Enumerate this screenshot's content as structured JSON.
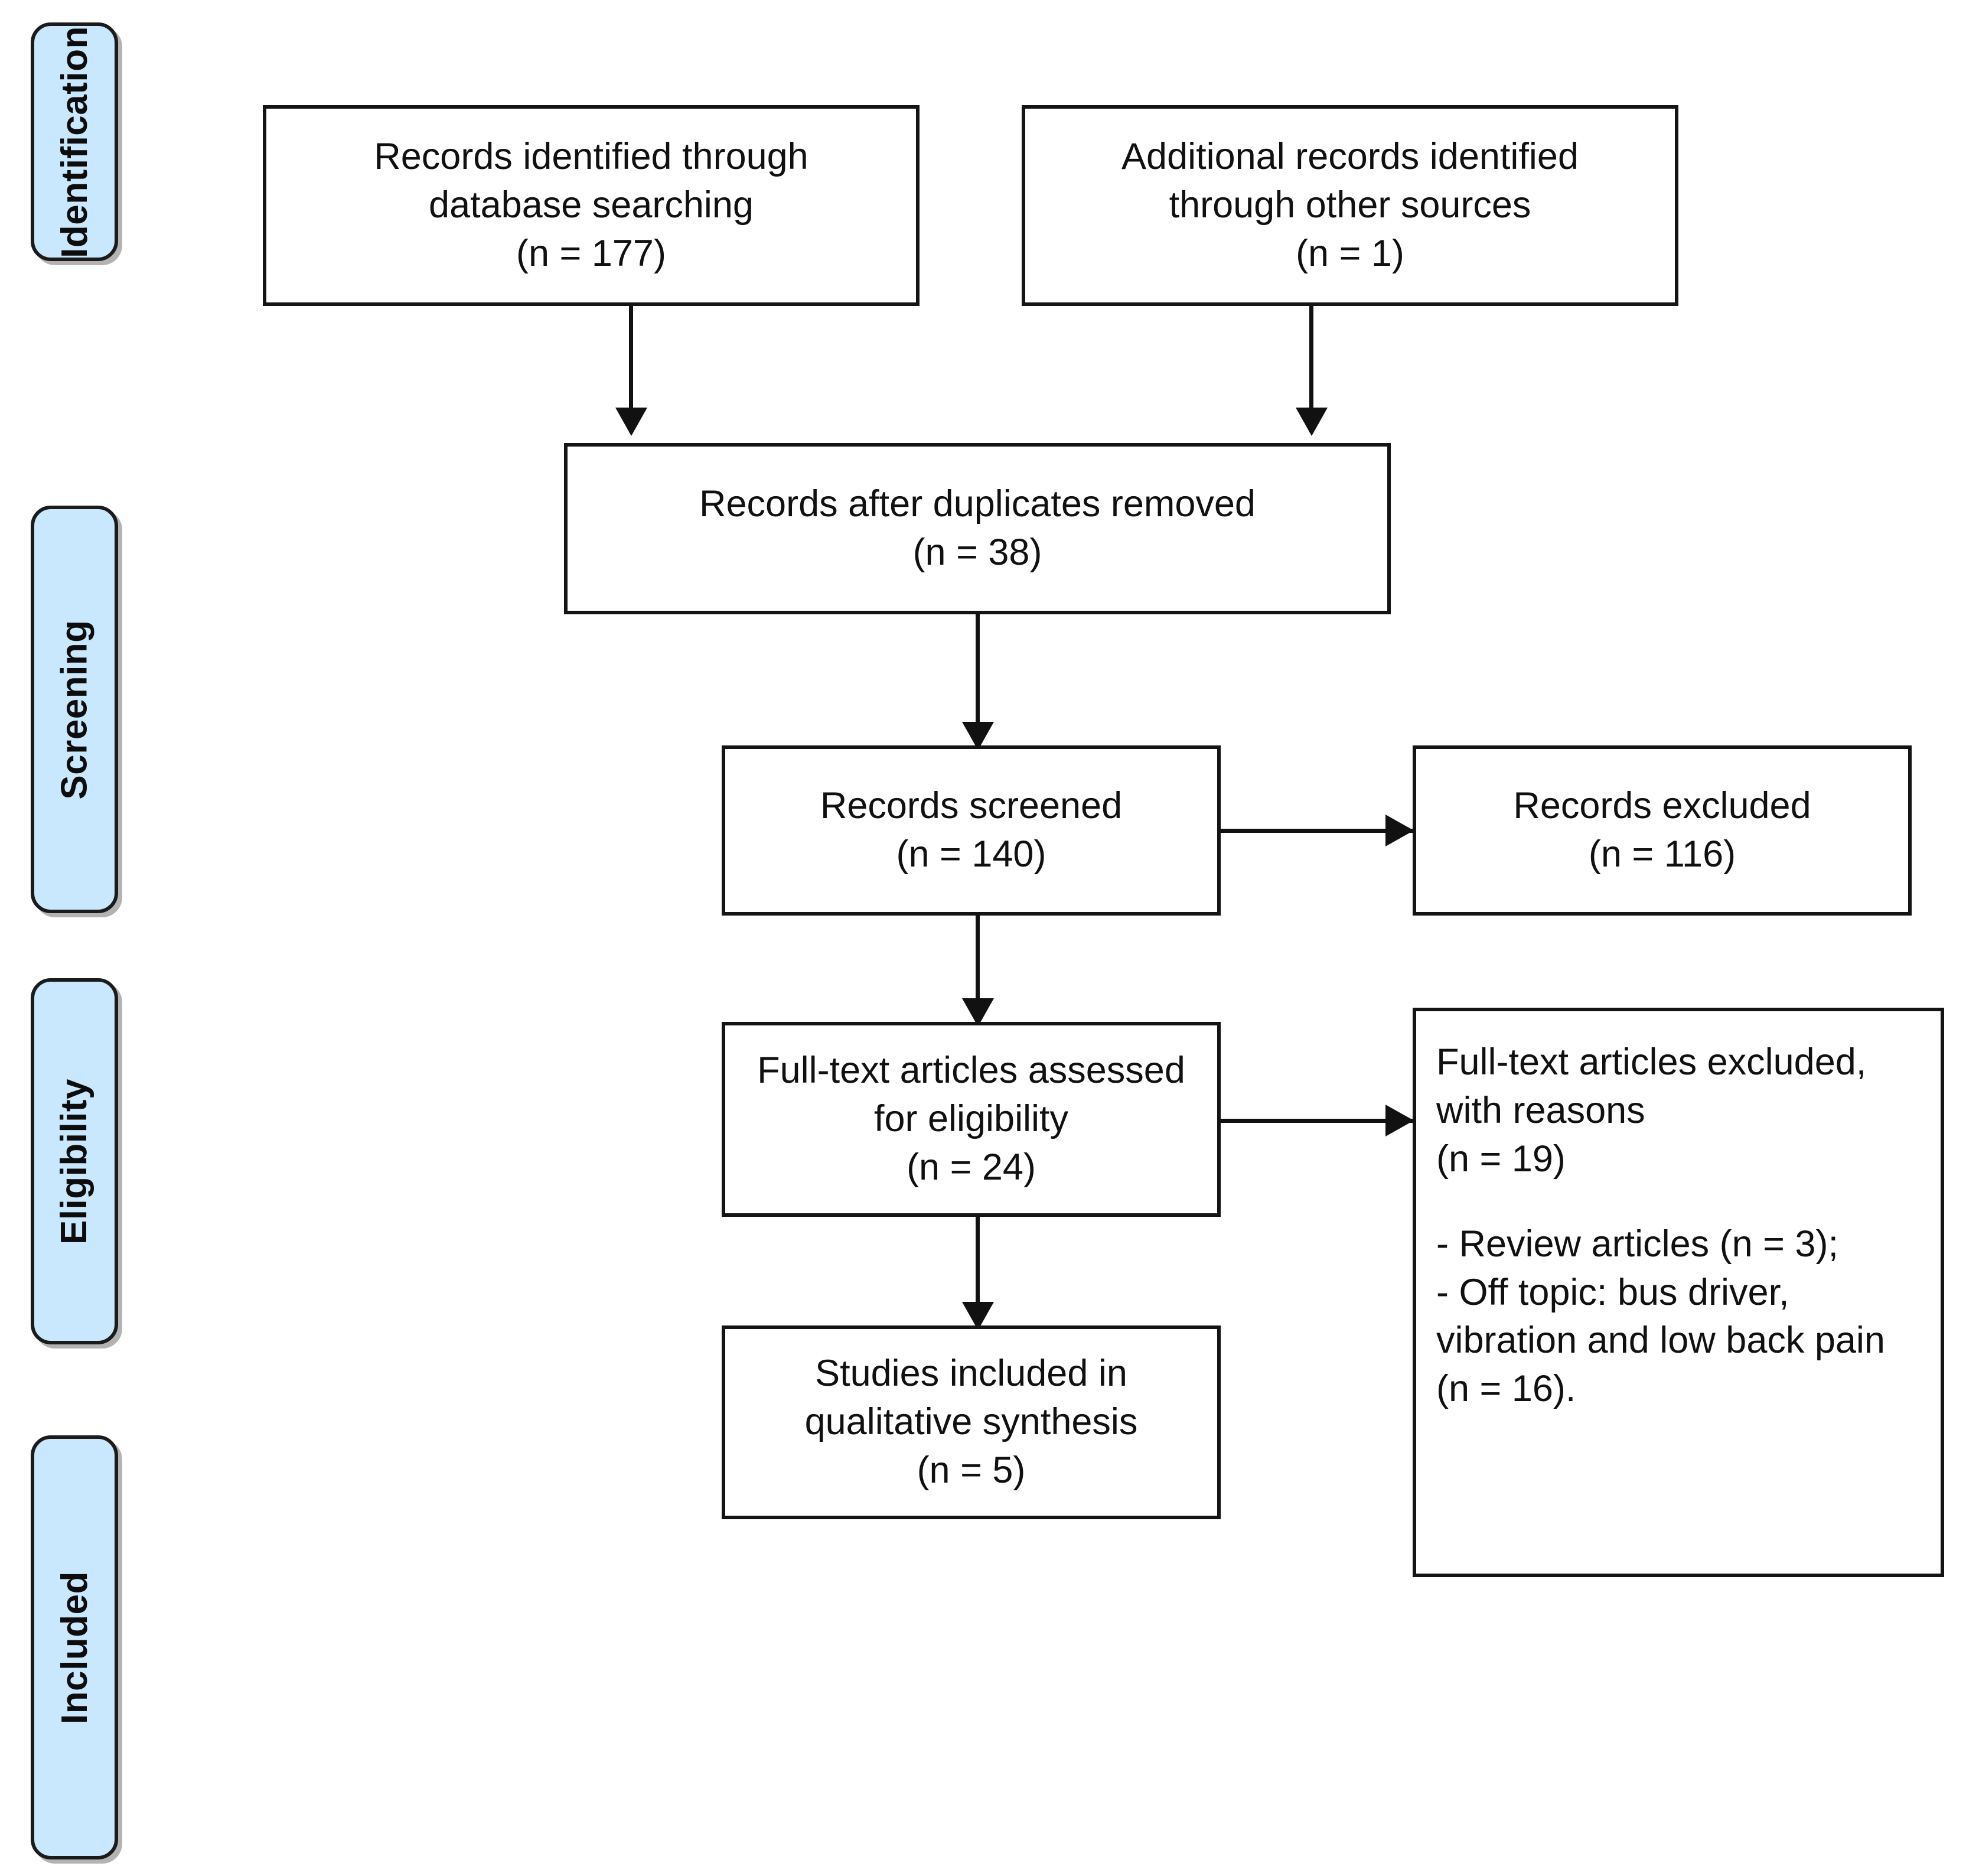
{
  "diagram": {
    "title": "PRISMA flow diagram",
    "type": "prisma-flow-diagram",
    "accent_color": "#c9e7fd",
    "line_color": "#111111",
    "stages": [
      {
        "id": "identification",
        "label": "Identification"
      },
      {
        "id": "screening",
        "label": "Screening"
      },
      {
        "id": "eligibility",
        "label": "Eligibility"
      },
      {
        "id": "included",
        "label": "Included"
      }
    ],
    "boxes": {
      "database_search": {
        "line1": "Records identified through",
        "line2": "database searching",
        "line3": "(n = 177)",
        "count": 177
      },
      "other_sources": {
        "line1": "Additional records identified",
        "line2": "through other sources",
        "line3": "(n = 1)",
        "count": 1
      },
      "duplicates_removed": {
        "line1": "Records after duplicates removed",
        "line2": "(n = 38)",
        "count": 38
      },
      "records_screened": {
        "line1": "Records screened",
        "line2": "(n = 140)",
        "count": 140
      },
      "records_excluded": {
        "line1": "Records excluded",
        "line2": "(n = 116)",
        "count": 116
      },
      "fulltext_assessed": {
        "line1": "Full-text articles assessed",
        "line2": "for eligibility",
        "line3": "(n = 24)",
        "count": 24
      },
      "fulltext_excluded": {
        "line1": "Full-text articles excluded,",
        "line2": "with reasons",
        "line3": "(n = 19)",
        "line4": "- Review articles (n = 3);",
        "line5": "- Off topic: bus driver,",
        "line6": "vibration and low back pain",
        "line7": "(n = 16).",
        "count": 19,
        "reasons": [
          {
            "label": "Review articles",
            "count": 3
          },
          {
            "label": "Off topic: bus driver, vibration and low back pain",
            "count": 16
          }
        ]
      },
      "studies_included": {
        "line1": "Studies included in",
        "line2": "qualitative synthesis",
        "line3": "(n = 5)",
        "count": 5
      }
    }
  }
}
